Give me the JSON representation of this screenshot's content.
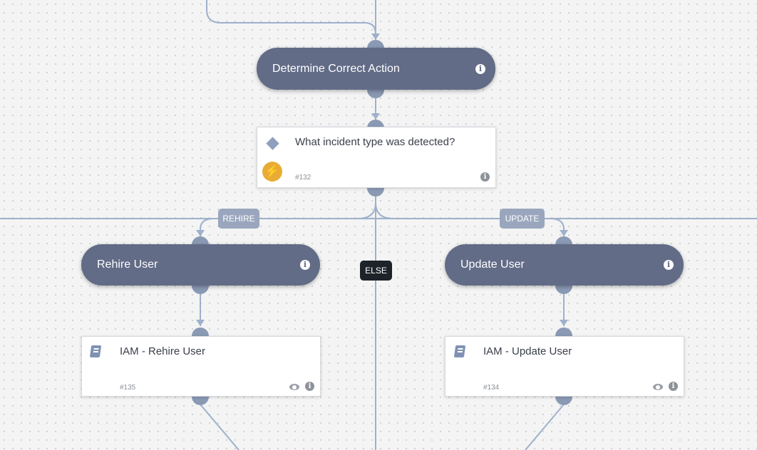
{
  "nodes": {
    "determine": {
      "title": "Determine Correct Action"
    },
    "condition": {
      "title": "What incident type was detected?",
      "id": "#132"
    },
    "rehire_section": {
      "title": "Rehire User"
    },
    "update_section": {
      "title": "Update User"
    },
    "rehire_task": {
      "title": "IAM - Rehire User",
      "id": "#135"
    },
    "update_task": {
      "title": "IAM - Update User",
      "id": "#134"
    }
  },
  "branches": {
    "rehire": "REHIRE",
    "update": "UPDATE",
    "else": "ELSE"
  },
  "colors": {
    "section": "#626c87",
    "connector": "#8a99b4",
    "edge": "#9fb0cc",
    "branch_label": "#9aa6bd",
    "else_label": "#1d2329",
    "trigger": "#e8ac36"
  },
  "icons": {
    "info": "i",
    "trigger": "⚡"
  }
}
